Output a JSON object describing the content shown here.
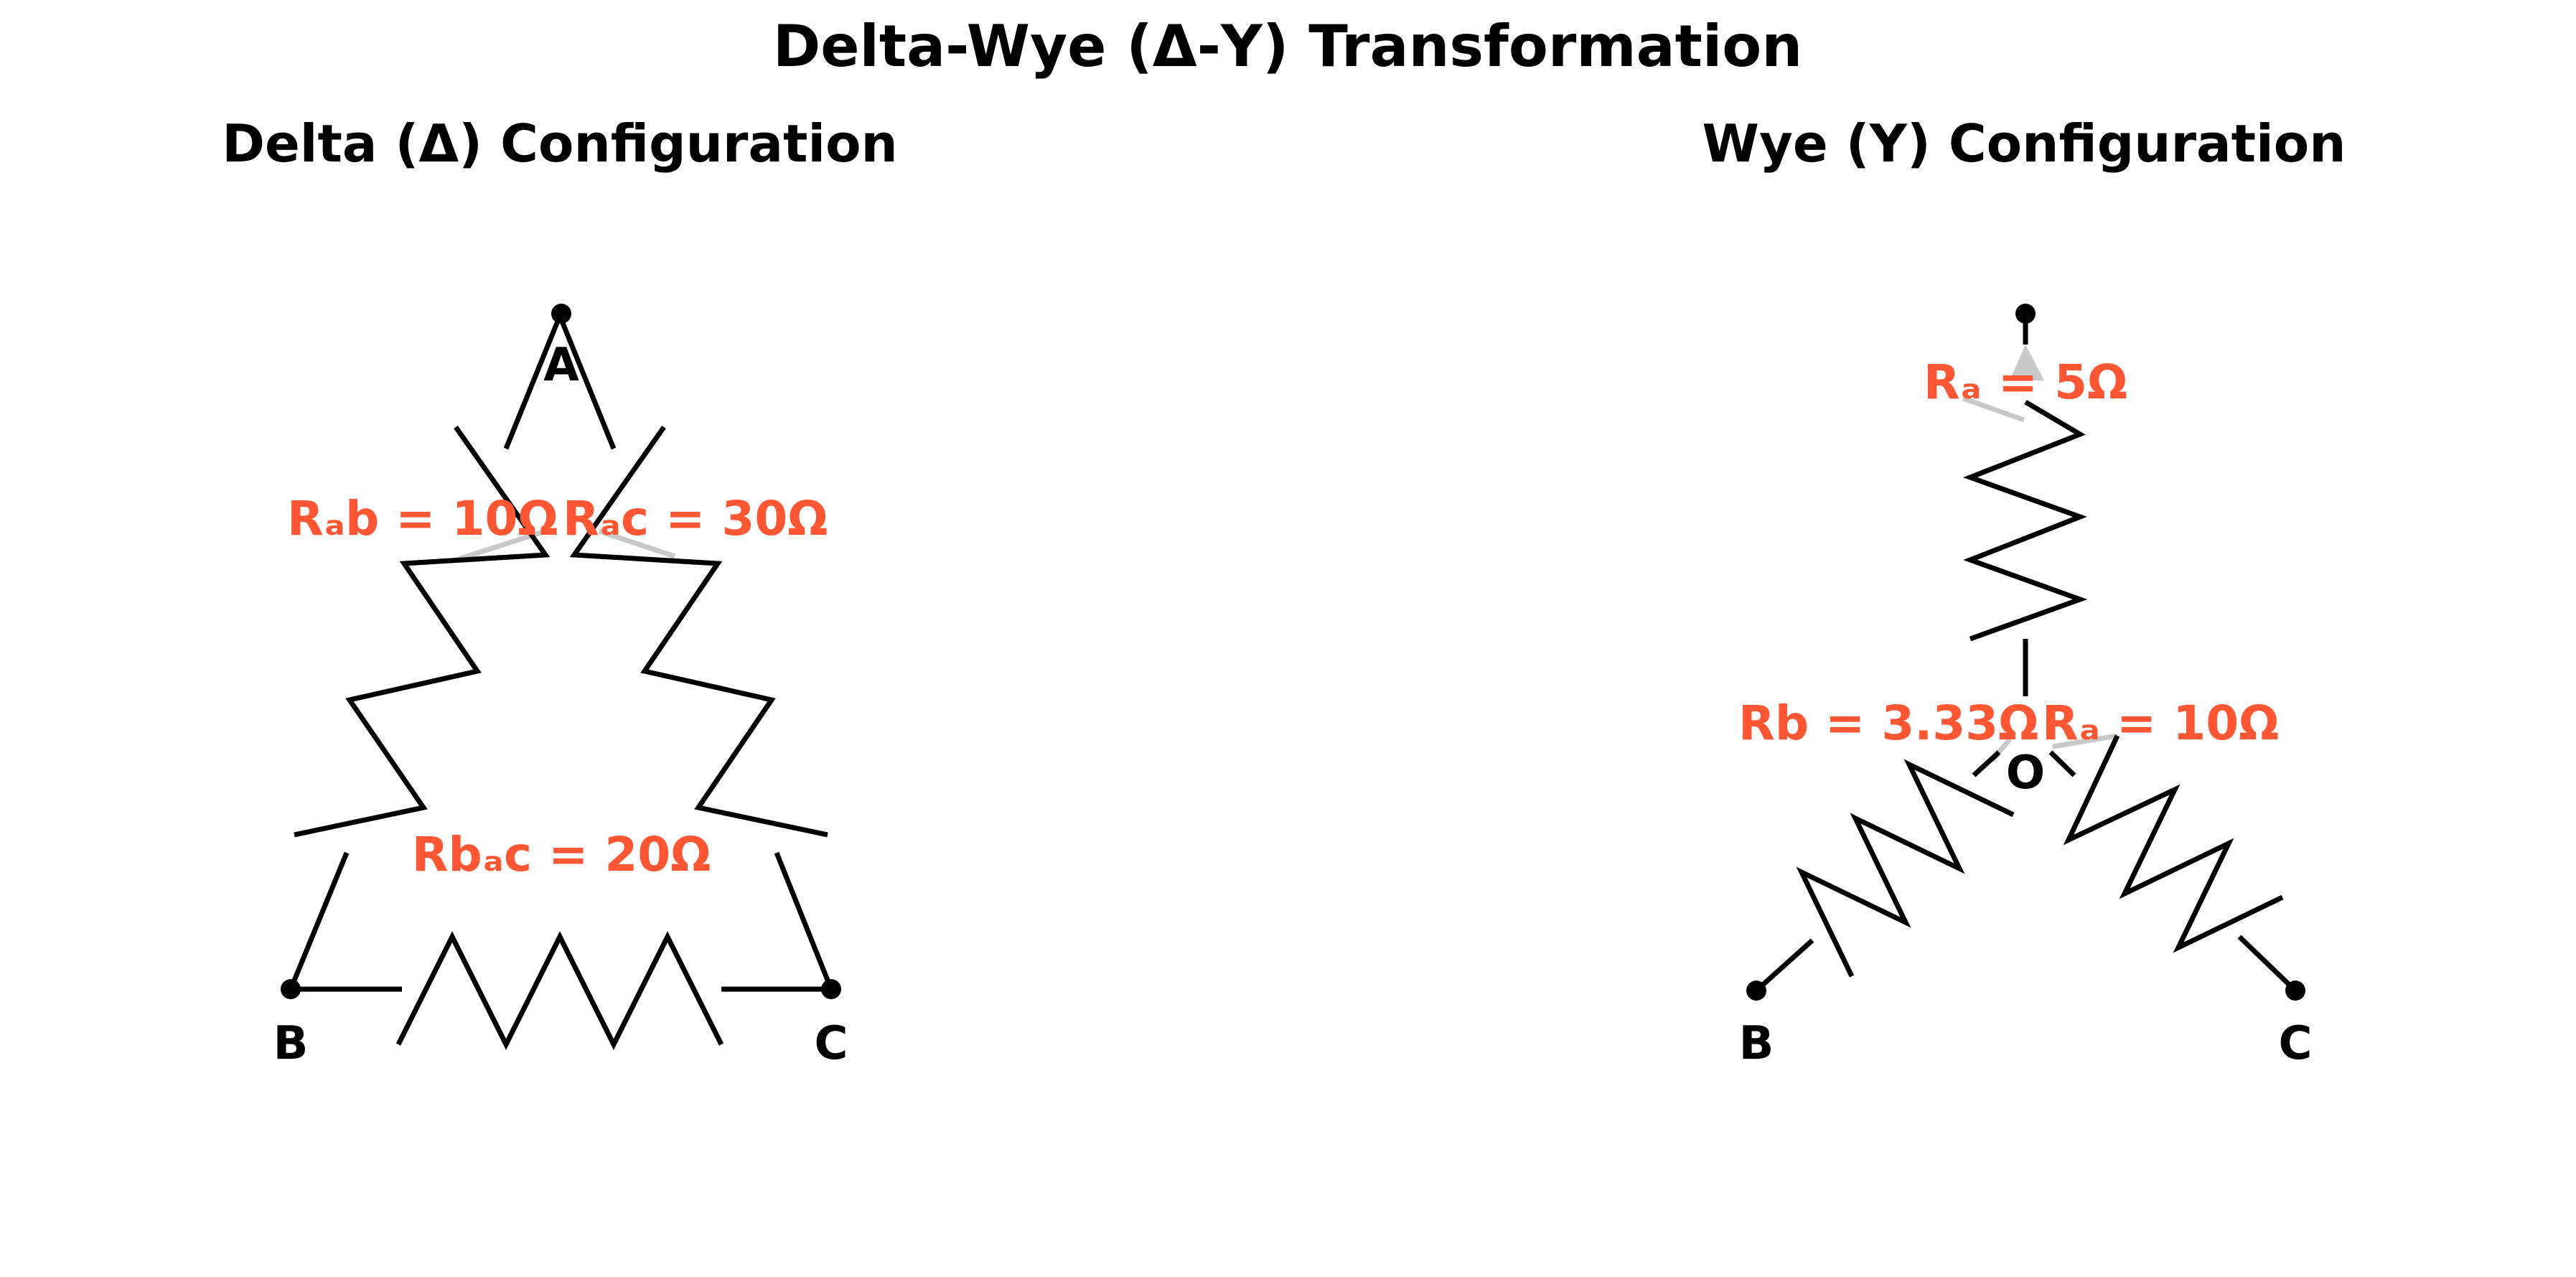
{
  "title": "Delta-Wye (Δ-Y) Transformation",
  "delta": {
    "heading": "Delta (Δ) Configuration",
    "nodes": {
      "a": "A",
      "b": "B",
      "c": "C"
    },
    "labels": {
      "rab": "Rₐb = 10Ω",
      "rac": "Rₐc = 30Ω",
      "rbc": "Rbₐc = 20Ω"
    }
  },
  "wye": {
    "heading": "Wye (Y) Configuration",
    "nodes": {
      "a": "",
      "b": "B",
      "c": "C",
      "center": "O"
    },
    "labels": {
      "ra": "Rₐ = 5Ω",
      "rb": "Rb = 3.33Ω",
      "rc": "Rₐ = 10Ω"
    }
  },
  "colors": {
    "value_label": "#ff5733",
    "wire": "#000000",
    "leader": "#c8c8c8"
  }
}
